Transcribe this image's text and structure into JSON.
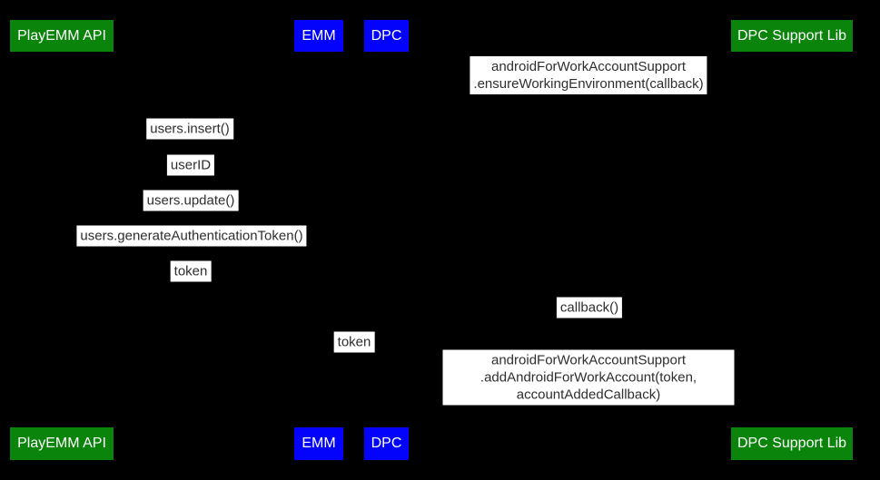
{
  "colors": {
    "background": "#000000",
    "participant_green": "#0a840a",
    "participant_blue": "#0303fb",
    "participant_text": "#ffffff",
    "label_bg": "#ffffff",
    "label_text": "#2e2e2e"
  },
  "participants": [
    {
      "label": "PlayEMM API"
    },
    {
      "label": "EMM"
    },
    {
      "label": "DPC"
    },
    {
      "label": "DPC Support Lib"
    }
  ],
  "messages": [
    {
      "label": "androidForWorkAccountSupport\n.ensureWorkingEnvironment(callback)"
    },
    {
      "label": "users.insert()"
    },
    {
      "label": "userID"
    },
    {
      "label": "users.update()"
    },
    {
      "label": "users.generateAuthenticationToken()"
    },
    {
      "label": "token"
    },
    {
      "label": "callback()"
    },
    {
      "label": "token"
    },
    {
      "label": "androidForWorkAccountSupport\n.addAndroidForWorkAccount(token, accountAddedCallback)"
    }
  ]
}
